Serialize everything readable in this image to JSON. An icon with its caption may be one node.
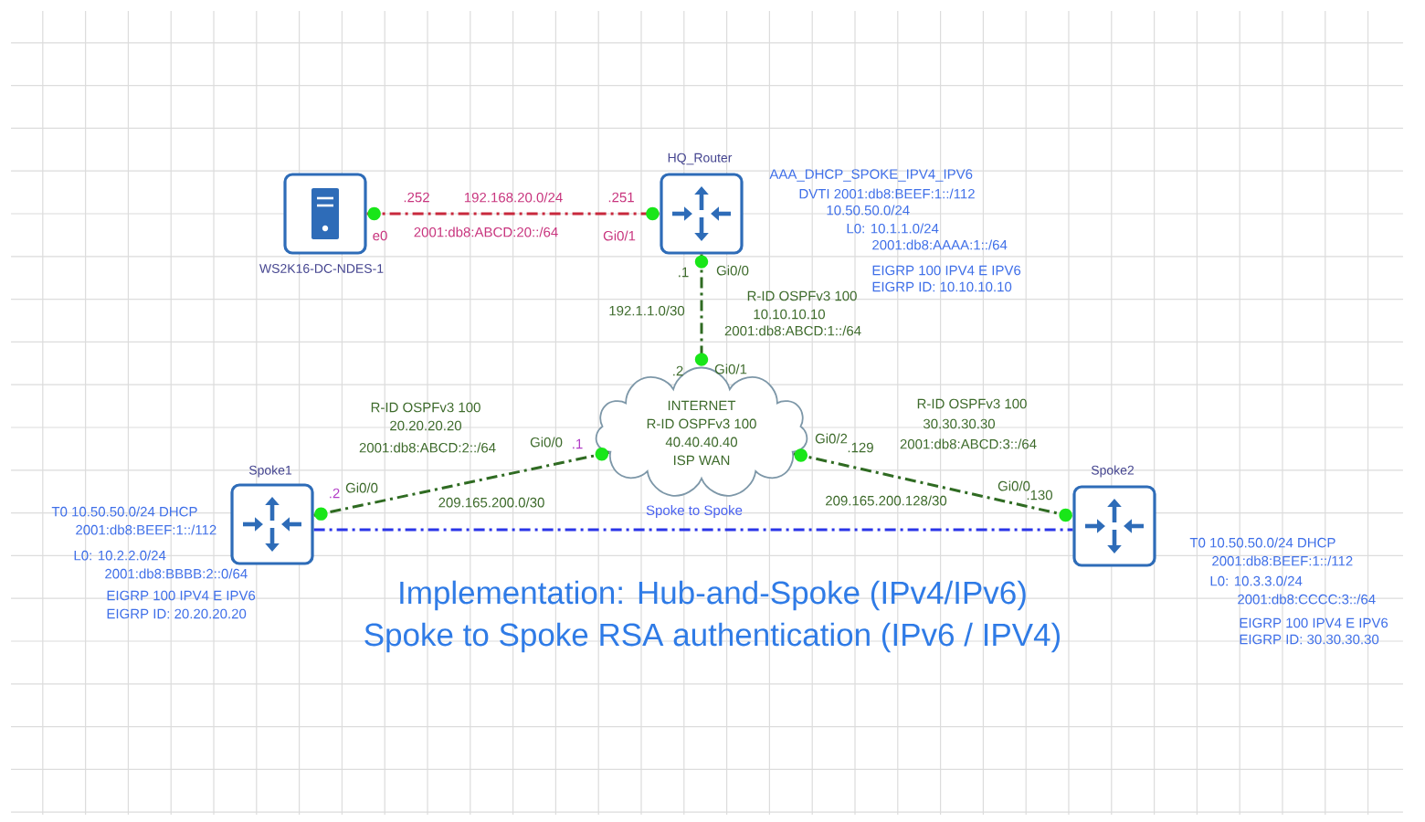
{
  "diagram": {
    "title": "Implementation: Hub-and-Spoke (IPv4/IPv6)",
    "caption": "Spoke to Spoke RSA authentication (IPv6 / IPV4)",
    "nodes": [
      {
        "text": [
          "WS2K16-DC-NDES-1"
        ]
      },
      {
        "text": [
          "HQ_Router"
        ],
        "beside": [
          "AAA_DHCP_SPOKE_IPV4_IPV6",
          "DVTI 2001:db8:BEEF:1::/112",
          "10.50.50.0/24",
          "L0: 10.1.1.0/24",
          "2001:db8:AAAA:1::/64",
          "EIGRP 100 IPV4 E IPV6",
          "EIGRP ID: 10.10.10.10"
        ]
      },
      {
        "text": [
          "INTERNET",
          "R-ID OSPFv3 100",
          "40.40.40.40",
          "ISP WAN"
        ]
      },
      {
        "text": [
          "Spoke1"
        ],
        "beside": [
          "T0 10.50.50.0/24 DHCP",
          "2001:db8:BEEF:1::/112",
          "L0: 10.2.2.0/24",
          "2001:db8:BBBB:2::0/64",
          "EIGRP 100 IPV4 E IPV6",
          "EIGRP ID: 20.20.20.20"
        ]
      },
      {
        "text": [
          "Spoke2"
        ],
        "beside": [
          "T0 10.50.50.0/24 DHCP",
          "2001:db8:BEEF:1::/112",
          "L0: 10.3.3.0/24",
          "2001:db8:CCCC:3::/64",
          "EIGRP 100 IPV4 E IPV6",
          "EIGRP ID: 30.30.30.30"
        ]
      }
    ],
    "edges": [
      {
        "from": 0,
        "to": 1,
        "arrow": "none",
        "label": "192.168.20.0/24",
        "style": "dashed",
        "color": "#c8283c"
      },
      {
        "from": 1,
        "to": 2,
        "arrow": "none",
        "label": "192.1.1.0/30",
        "style": "dashed"
      },
      {
        "from": 2,
        "to": 3,
        "arrow": "none",
        "label": "209.165.200.0/30",
        "style": "dashed"
      },
      {
        "from": 2,
        "to": 4,
        "arrow": "none",
        "label": "209.165.200.128/30",
        "style": "dashed"
      },
      {
        "from": 3,
        "to": 4,
        "arrow": "none",
        "label": "Spoke to Spoke",
        "style": "dashed",
        "color": "#2a35e8"
      }
    ],
    "labels": [
      ".252",
      ".251",
      "e0",
      "2001:db8:ABCD:20::/64",
      "Gi0/1",
      ".1",
      "Gi0/0",
      "R-ID OSPFv3 100",
      "10.10.10.10",
      "2001:db8:ABCD:1::/64",
      ".2",
      "Gi0/1",
      "R-ID OSPFv3 100",
      "20.20.20.20",
      "2001:db8:ABCD:2::/64",
      "Gi0/0",
      ".1",
      ".2",
      "Gi0/0",
      "R-ID OSPFv3 100",
      "30.30.30.30",
      "2001:db8:ABCD:3::/64",
      "Gi0/2",
      ".129",
      "Gi0/0",
      ".130"
    ]
  }
}
